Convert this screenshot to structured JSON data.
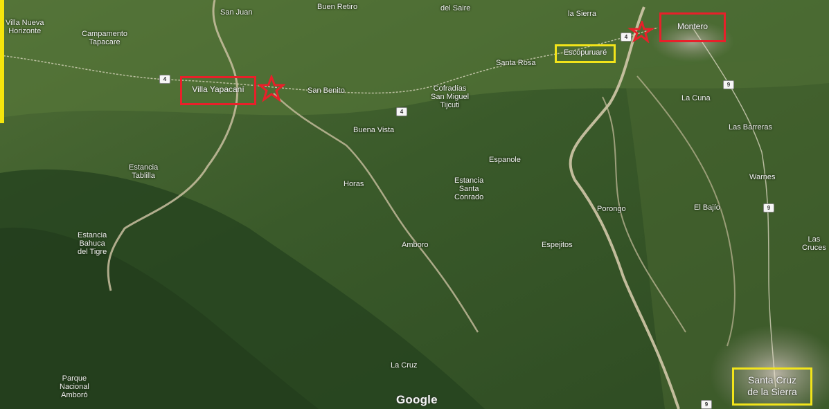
{
  "labels": [
    {
      "id": "villa-nueva-horizonte",
      "text": "Villa Nueva\nHorizonte"
    },
    {
      "id": "campamento-tapacare",
      "text": "Campamento\nTapacare"
    },
    {
      "id": "san-juan",
      "text": "San Juan"
    },
    {
      "id": "buen-retiro",
      "text": "Buen Retiro"
    },
    {
      "id": "del-saire",
      "text": "del Saire"
    },
    {
      "id": "la-sierra",
      "text": "la Sierra"
    },
    {
      "id": "santa-rosa",
      "text": "Santa Rosa"
    },
    {
      "id": "san-benito",
      "text": "San Benito"
    },
    {
      "id": "cofradia",
      "text": "Cofradías\nSan Miguel\nTijcuti"
    },
    {
      "id": "buena-vista",
      "text": "Buena Vista"
    },
    {
      "id": "estancia-tablilla",
      "text": "Estancia\nTablilla"
    },
    {
      "id": "estancia-bahuca",
      "text": "Estancia\nBahuca\ndel Tigre"
    },
    {
      "id": "horas",
      "text": "Horas"
    },
    {
      "id": "estancia-santa-conrado",
      "text": "Estancia\nSanta\nConrado"
    },
    {
      "id": "espanole",
      "text": "Espanole"
    },
    {
      "id": "amboro-town",
      "text": "Amboro"
    },
    {
      "id": "espejitos",
      "text": "Espejitos"
    },
    {
      "id": "porongo",
      "text": "Porongo"
    },
    {
      "id": "las-barreras",
      "text": "Las Barreras"
    },
    {
      "id": "warnes",
      "text": "Warnes"
    },
    {
      "id": "el-bajio",
      "text": "El Bajío"
    },
    {
      "id": "la-cruz",
      "text": "La Cruz"
    },
    {
      "id": "las-cruces",
      "text": "Las\nCruces"
    },
    {
      "id": "parque-amboro",
      "text": "Parque\nNacional\nAmboró"
    },
    {
      "id": "la-cuna",
      "text": "La Cuna"
    }
  ],
  "shields": [
    {
      "id": "route-4-west",
      "text": "4"
    },
    {
      "id": "route-4-center",
      "text": "4"
    },
    {
      "id": "route-4-east",
      "text": "4"
    },
    {
      "id": "route-9-north",
      "text": "9"
    },
    {
      "id": "route-9-mid",
      "text": "9"
    },
    {
      "id": "route-9-south",
      "text": "9"
    }
  ],
  "markers": {
    "red": [
      {
        "id": "villa-yapacani",
        "text": "Villa Yapacaní"
      },
      {
        "id": "montero",
        "text": "Montero"
      }
    ],
    "yellow": [
      {
        "id": "escoplusana",
        "text": "Escopuruaré"
      },
      {
        "id": "santa-cruz",
        "text": "Santa Cruz\nde la Sierra"
      }
    ]
  },
  "attribution": "Google",
  "colors": {
    "red_marker": "#e8202a",
    "yellow_marker": "#f2e41a",
    "forest": "#2f4d24",
    "river": "#c9bfa0"
  }
}
